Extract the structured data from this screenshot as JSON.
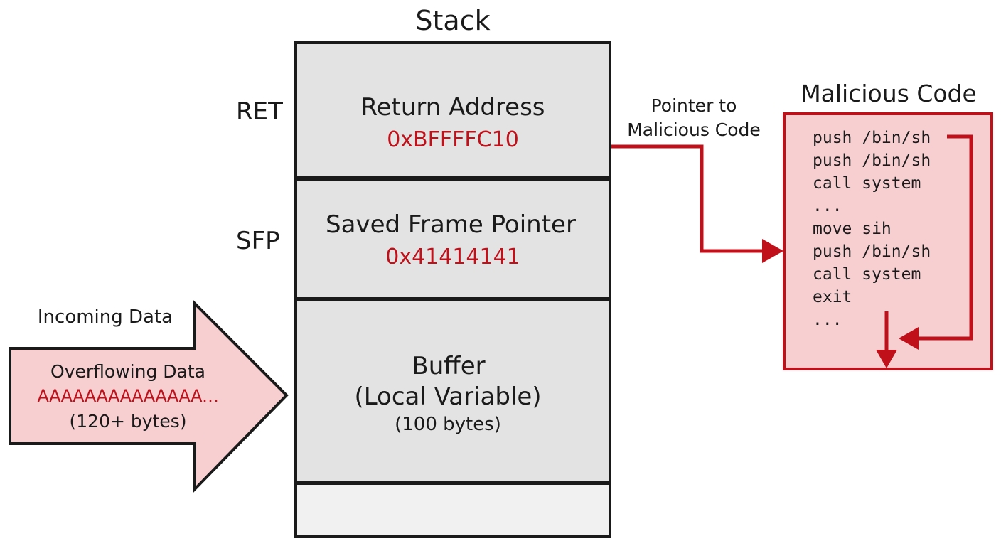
{
  "stack": {
    "title": "Stack",
    "ret_label": "RET",
    "sfp_label": "SFP",
    "return_address": {
      "title": "Return Address",
      "value": "0xBFFFFC10"
    },
    "saved_frame_pointer": {
      "title": "Saved Frame Pointer",
      "value": "0x41414141"
    },
    "buffer": {
      "title": "Buffer",
      "subtitle": "(Local Variable)",
      "size": "(100 bytes)"
    }
  },
  "pointer": {
    "label_line1": "Pointer to",
    "label_line2": "Malicious Code"
  },
  "malicious": {
    "title": "Malicious Code",
    "code_lines": [
      "push /bin/sh",
      "push /bin/sh",
      "call system",
      "...",
      "move sih",
      "push /bin/sh",
      "call system",
      "exit",
      "..."
    ]
  },
  "incoming": {
    "label": "Incoming Data",
    "title": "Overflowing Data",
    "payload": "AAAAAAAAAAAAAA…",
    "size": "(120+ bytes)"
  },
  "colors": {
    "accent_red": "#c0101a",
    "pale_red_fill": "#f7cfd1",
    "stack_fill": "#e3e3e3",
    "stack_bottom_fill": "#f1f1f1",
    "outline": "#1a1a1a"
  }
}
